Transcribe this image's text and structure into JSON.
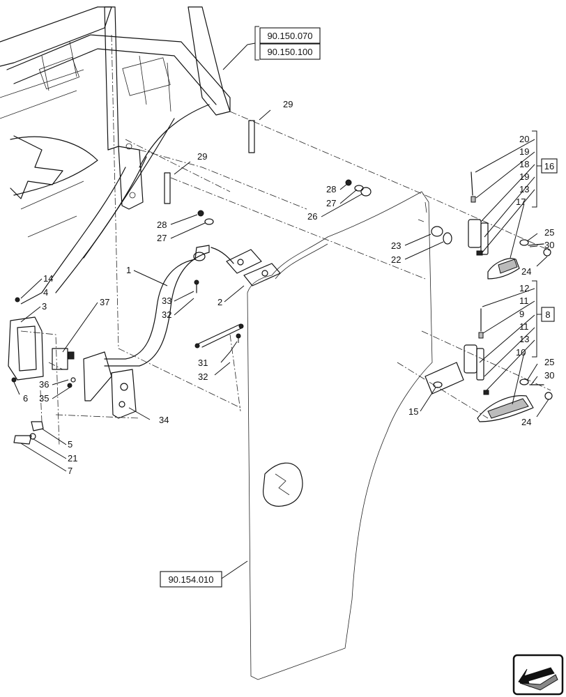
{
  "references": {
    "cab_frame_ref_1": "90.150.070",
    "cab_frame_ref_2": "90.150.100",
    "door_panel_ref": "90.154.010"
  },
  "kits": {
    "upper_hinge_kit": "16",
    "lower_hinge_kit": "8"
  },
  "callouts": {
    "c1": "1",
    "c2": "2",
    "c3": "3",
    "c4": "4",
    "c5": "5",
    "c6": "6",
    "c7": "7",
    "c9": "9",
    "c10": "10",
    "c11a": "11",
    "c11b": "11",
    "c12": "12",
    "c13a": "13",
    "c13b": "13",
    "c14": "14",
    "c15": "15",
    "c17": "17",
    "c18": "18",
    "c19a": "19",
    "c19b": "19",
    "c20": "20",
    "c21": "21",
    "c22": "22",
    "c23": "23",
    "c24a": "24",
    "c24b": "24",
    "c25a": "25",
    "c25b": "25",
    "c26": "26",
    "c27a": "27",
    "c27b": "27",
    "c28a": "28",
    "c28b": "28",
    "c29a": "29",
    "c29b": "29",
    "c30a": "30",
    "c30b": "30",
    "c31": "31",
    "c32a": "32",
    "c32b": "32",
    "c33": "33",
    "c34": "34",
    "c35": "35",
    "c36": "36",
    "c37": "37"
  },
  "icons": {
    "nav": "previous-page-arrow-icon"
  }
}
